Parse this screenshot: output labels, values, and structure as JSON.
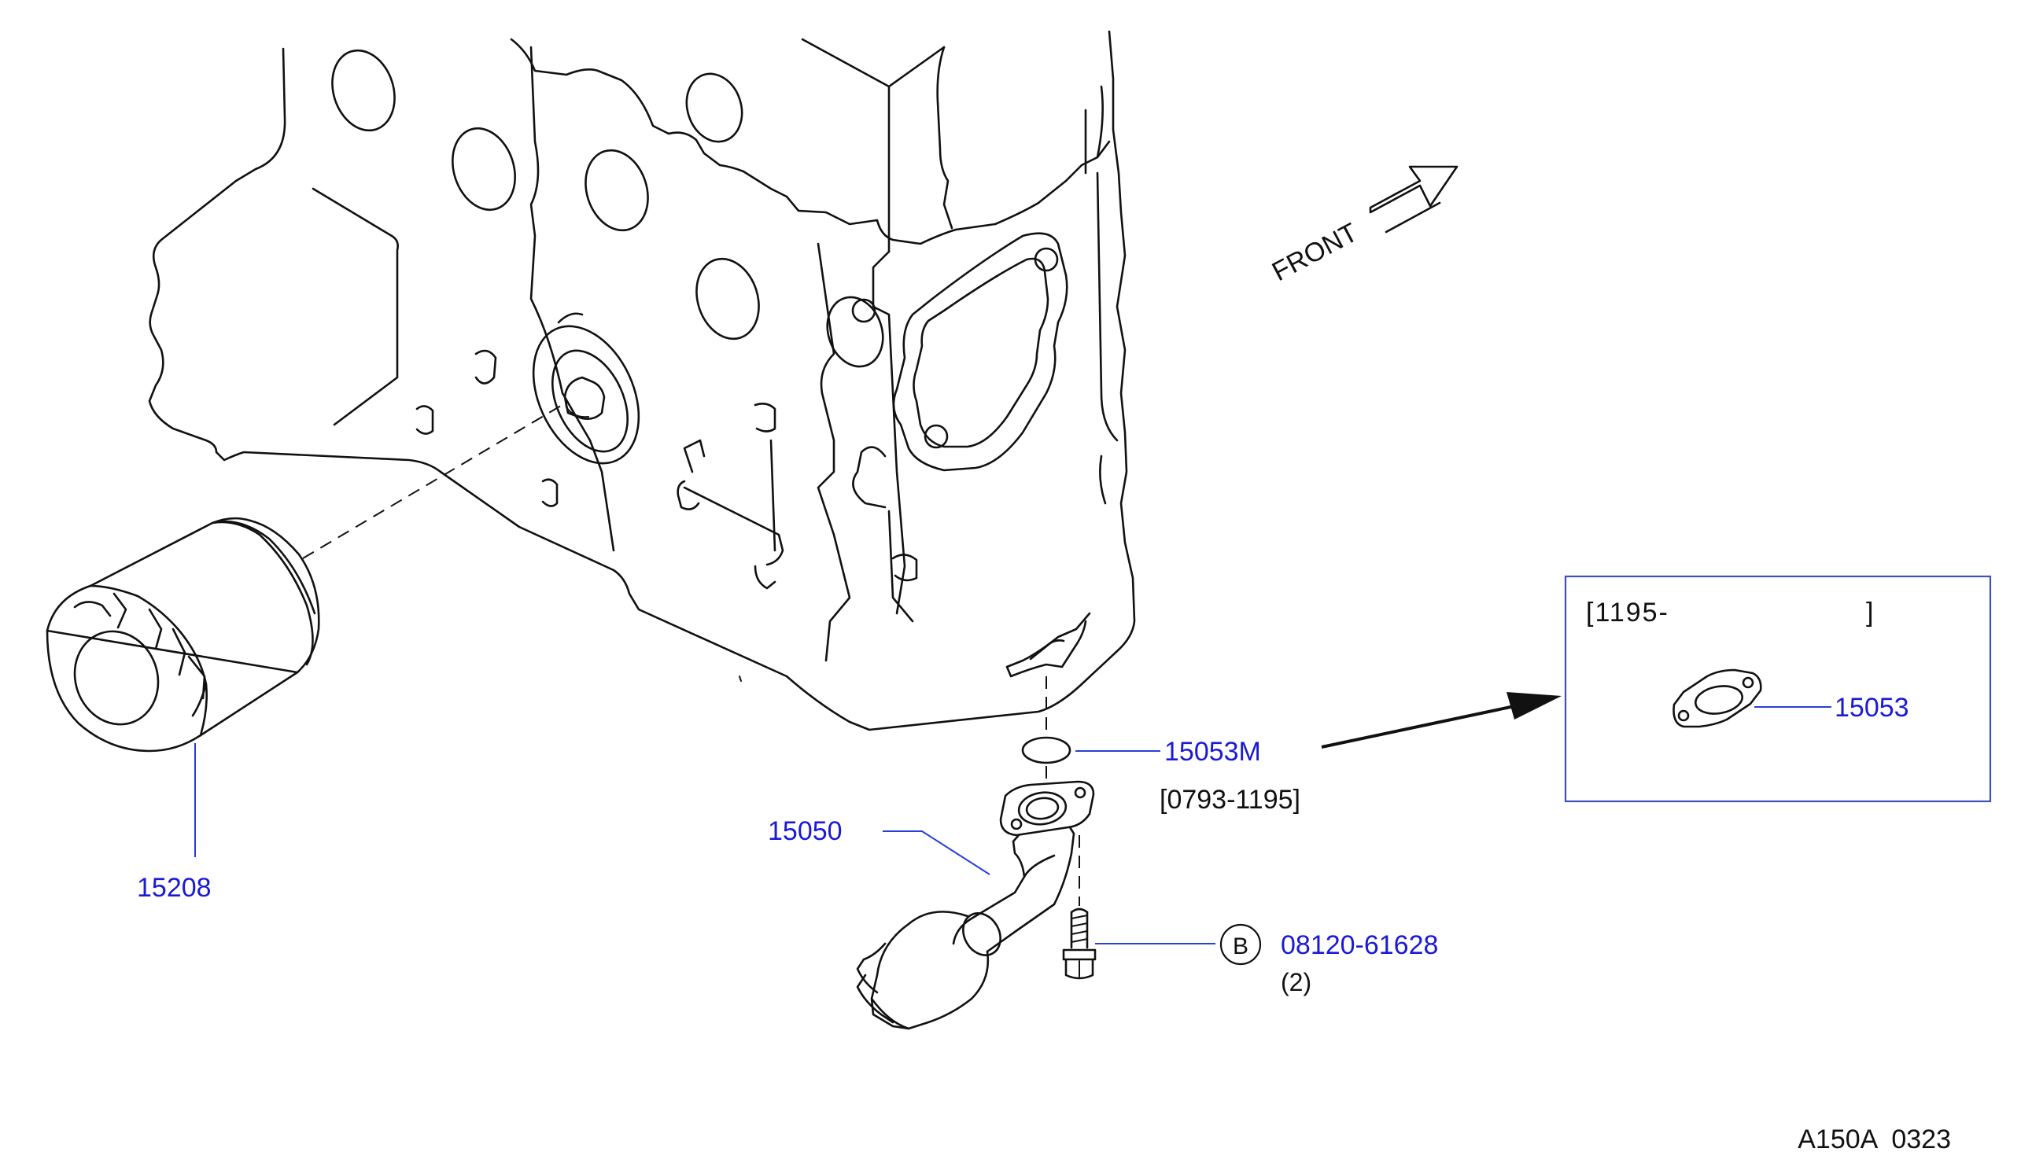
{
  "labels": {
    "front": "FRONT",
    "oil_filter": "15208",
    "strainer": "15050",
    "gasket_old": "15053M",
    "gasket_old_range": "[0793-1195]",
    "gasket_new": "15053",
    "inset_range_start": "[1195-",
    "inset_range_end": "]",
    "bolt": "08120-61628",
    "bolt_qty": "(2)",
    "bolt_marker": "B",
    "diagram_code": "A150A  0323"
  },
  "colors": {
    "part_number": "#1a1ad6",
    "leader": "#2a3fd6",
    "inset_frame": "#3d4fb8",
    "line_art": "#111111"
  }
}
